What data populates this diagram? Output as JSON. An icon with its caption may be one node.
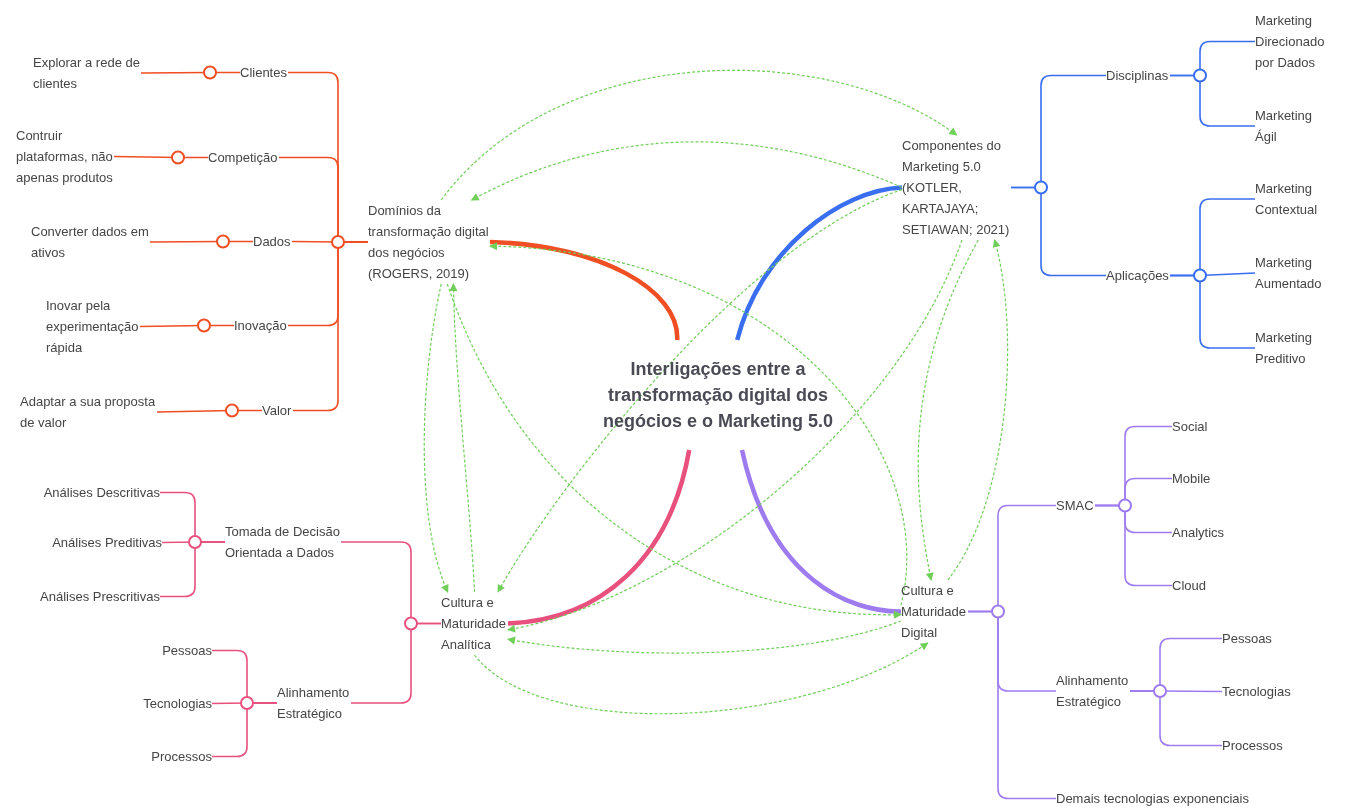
{
  "diagram": {
    "nodes": [
      {
        "text": [
          "Interligações entre a transformação digital dos negócios e o Marketing 5.0"
        ]
      },
      {
        "text": [
          "Domínios da transformação digital dos negócios (ROGERS, 2019)"
        ]
      },
      {
        "text": [
          "Componentes do Marketing 5.0 (KOTLER, KARTAJAYA; SETIAWAN; 2021)"
        ]
      },
      {
        "text": [
          "Cultura e Maturidade Analítica"
        ]
      },
      {
        "text": [
          "Cultura e Maturidade Digital"
        ]
      },
      {
        "text": [
          "Clientes"
        ]
      },
      {
        "text": [
          "Competição"
        ]
      },
      {
        "text": [
          "Dados"
        ]
      },
      {
        "text": [
          "Inovação"
        ]
      },
      {
        "text": [
          "Valor"
        ]
      },
      {
        "text": [
          "Explorar a rede de clientes"
        ]
      },
      {
        "text": [
          "Contruir plataformas, não apenas produtos"
        ]
      },
      {
        "text": [
          "Converter dados em ativos"
        ]
      },
      {
        "text": [
          "Inovar pela experimentação rápida"
        ]
      },
      {
        "text": [
          "Adaptar a sua proposta de valor"
        ]
      },
      {
        "text": [
          "Disciplinas"
        ]
      },
      {
        "text": [
          "Aplicações"
        ]
      },
      {
        "text": [
          "Marketing Direcionado por Dados"
        ]
      },
      {
        "text": [
          "Marketing Ágil"
        ]
      },
      {
        "text": [
          "Marketing Contextual"
        ]
      },
      {
        "text": [
          "Marketing Aumentado"
        ]
      },
      {
        "text": [
          "Marketing Preditivo"
        ]
      },
      {
        "text": [
          "Tomada de Decisão Orientada a Dados"
        ]
      },
      {
        "text": [
          "Alinhamento Estratégico"
        ]
      },
      {
        "text": [
          "Análises Descritivas"
        ]
      },
      {
        "text": [
          "Análises Preditivas"
        ]
      },
      {
        "text": [
          "Análises Prescritivas"
        ]
      },
      {
        "text": [
          "Pessoas"
        ]
      },
      {
        "text": [
          "Tecnologias"
        ]
      },
      {
        "text": [
          "Processos"
        ]
      },
      {
        "text": [
          "SMAC"
        ]
      },
      {
        "text": [
          "Alinhamento Estratégico"
        ]
      },
      {
        "text": [
          "Demais tecnologias exponenciais"
        ]
      },
      {
        "text": [
          "Social"
        ]
      },
      {
        "text": [
          "Mobile"
        ]
      },
      {
        "text": [
          "Analytics"
        ]
      },
      {
        "text": [
          "Cloud"
        ]
      },
      {
        "text": [
          "Pessoas"
        ]
      },
      {
        "text": [
          "Tecnologias"
        ]
      },
      {
        "text": [
          "Processos"
        ]
      }
    ],
    "edges": [
      {
        "from": 0,
        "to": 1,
        "arrow": "none",
        "style": "thick",
        "color": "#f04e23"
      },
      {
        "from": 0,
        "to": 2,
        "arrow": "none",
        "style": "thick",
        "color": "#3a6ef0"
      },
      {
        "from": 0,
        "to": 3,
        "arrow": "none",
        "style": "thick",
        "color": "#e8507e"
      },
      {
        "from": 0,
        "to": 4,
        "arrow": "none",
        "style": "thick",
        "color": "#9e7cf0"
      },
      {
        "from": 1,
        "to": 5,
        "arrow": "none",
        "color": "#f04e23"
      },
      {
        "from": 1,
        "to": 6,
        "arrow": "none",
        "color": "#f04e23"
      },
      {
        "from": 1,
        "to": 7,
        "arrow": "none",
        "color": "#f04e23"
      },
      {
        "from": 1,
        "to": 8,
        "arrow": "none",
        "color": "#f04e23"
      },
      {
        "from": 1,
        "to": 9,
        "arrow": "none",
        "color": "#f04e23"
      },
      {
        "from": 5,
        "to": 10,
        "arrow": "none",
        "color": "#f04e23"
      },
      {
        "from": 6,
        "to": 11,
        "arrow": "none",
        "color": "#f04e23"
      },
      {
        "from": 7,
        "to": 12,
        "arrow": "none",
        "color": "#f04e23"
      },
      {
        "from": 8,
        "to": 13,
        "arrow": "none",
        "color": "#f04e23"
      },
      {
        "from": 9,
        "to": 14,
        "arrow": "none",
        "color": "#f04e23"
      },
      {
        "from": 2,
        "to": 15,
        "arrow": "none",
        "color": "#3a6ef0"
      },
      {
        "from": 2,
        "to": 16,
        "arrow": "none",
        "color": "#3a6ef0"
      },
      {
        "from": 15,
        "to": 17,
        "arrow": "none",
        "color": "#3a6ef0"
      },
      {
        "from": 15,
        "to": 18,
        "arrow": "none",
        "color": "#3a6ef0"
      },
      {
        "from": 16,
        "to": 19,
        "arrow": "none",
        "color": "#3a6ef0"
      },
      {
        "from": 16,
        "to": 20,
        "arrow": "none",
        "color": "#3a6ef0"
      },
      {
        "from": 16,
        "to": 21,
        "arrow": "none",
        "color": "#3a6ef0"
      },
      {
        "from": 3,
        "to": 22,
        "arrow": "none",
        "color": "#e8507e"
      },
      {
        "from": 3,
        "to": 23,
        "arrow": "none",
        "color": "#e8507e"
      },
      {
        "from": 22,
        "to": 24,
        "arrow": "none",
        "color": "#e8507e"
      },
      {
        "from": 22,
        "to": 25,
        "arrow": "none",
        "color": "#e8507e"
      },
      {
        "from": 22,
        "to": 26,
        "arrow": "none",
        "color": "#e8507e"
      },
      {
        "from": 23,
        "to": 27,
        "arrow": "none",
        "color": "#e8507e"
      },
      {
        "from": 23,
        "to": 28,
        "arrow": "none",
        "color": "#e8507e"
      },
      {
        "from": 23,
        "to": 29,
        "arrow": "none",
        "color": "#e8507e"
      },
      {
        "from": 4,
        "to": 30,
        "arrow": "none",
        "color": "#9e7cf0"
      },
      {
        "from": 4,
        "to": 31,
        "arrow": "none",
        "color": "#9e7cf0"
      },
      {
        "from": 4,
        "to": 32,
        "arrow": "none",
        "color": "#9e7cf0"
      },
      {
        "from": 30,
        "to": 33,
        "arrow": "none",
        "color": "#9e7cf0"
      },
      {
        "from": 30,
        "to": 34,
        "arrow": "none",
        "color": "#9e7cf0"
      },
      {
        "from": 30,
        "to": 35,
        "arrow": "none",
        "color": "#9e7cf0"
      },
      {
        "from": 30,
        "to": 36,
        "arrow": "none",
        "color": "#9e7cf0"
      },
      {
        "from": 31,
        "to": 37,
        "arrow": "none",
        "color": "#9e7cf0"
      },
      {
        "from": 31,
        "to": 38,
        "arrow": "none",
        "color": "#9e7cf0"
      },
      {
        "from": 31,
        "to": 39,
        "arrow": "none",
        "color": "#9e7cf0"
      },
      {
        "from": 1,
        "to": 2,
        "arrow": "to",
        "style": "dashed",
        "color": "#6fcf58"
      },
      {
        "from": 2,
        "to": 1,
        "arrow": "to",
        "style": "dashed",
        "color": "#6fcf58"
      },
      {
        "from": 4,
        "to": 1,
        "arrow": "to",
        "style": "dashed",
        "color": "#6fcf58"
      },
      {
        "from": 1,
        "to": 3,
        "arrow": "to",
        "style": "dashed",
        "color": "#6fcf58"
      },
      {
        "from": 3,
        "to": 1,
        "arrow": "to",
        "style": "dashed",
        "color": "#6fcf58"
      },
      {
        "from": 1,
        "to": 4,
        "arrow": "to",
        "style": "dashed",
        "color": "#6fcf58"
      },
      {
        "from": 2,
        "to": 3,
        "arrow": "to",
        "style": "dashed",
        "color": "#6fcf58"
      },
      {
        "from": 2,
        "to": 3,
        "arrow": "to",
        "style": "dashed",
        "color": "#6fcf58"
      },
      {
        "from": 2,
        "to": 4,
        "arrow": "to",
        "style": "dashed",
        "color": "#6fcf58"
      },
      {
        "from": 4,
        "to": 2,
        "arrow": "to",
        "style": "dashed",
        "color": "#6fcf58"
      },
      {
        "from": 4,
        "to": 3,
        "arrow": "to",
        "style": "dashed",
        "color": "#6fcf58"
      },
      {
        "from": 3,
        "to": 4,
        "arrow": "to",
        "style": "dashed",
        "color": "#6fcf58"
      }
    ]
  }
}
